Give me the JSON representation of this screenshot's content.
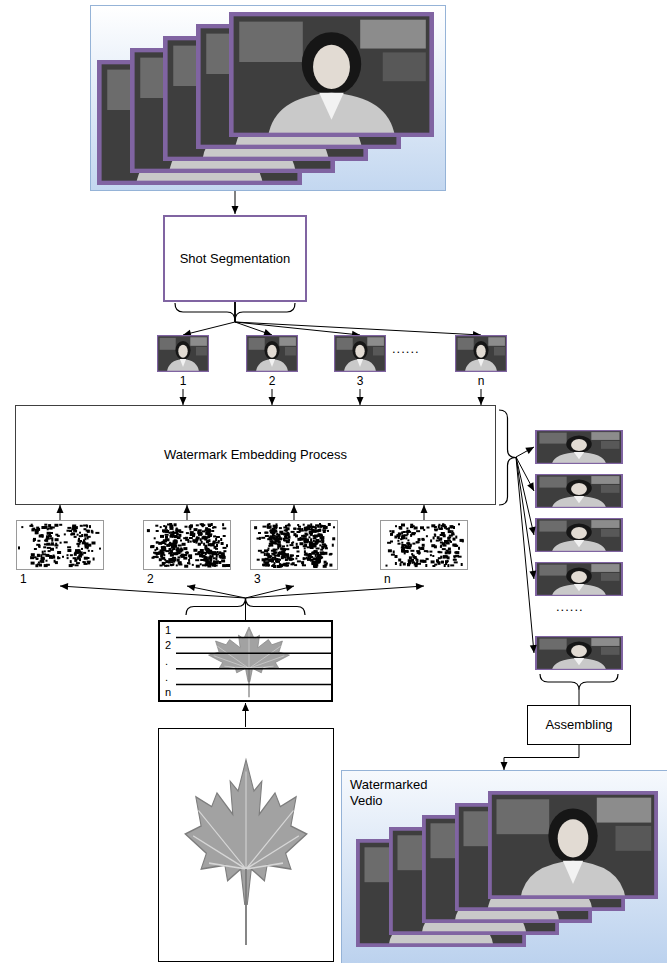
{
  "diagram": {
    "nodes": [
      {
        "text": [
          "Shot Segmentation"
        ]
      },
      {
        "text": [
          "1"
        ]
      },
      {
        "text": [
          "2"
        ]
      },
      {
        "text": [
          "3"
        ]
      },
      {
        "text": [
          "n"
        ]
      },
      {
        "text": [
          "Watermark Embedding Process"
        ]
      },
      {
        "text": [
          "1"
        ]
      },
      {
        "text": [
          "2"
        ]
      },
      {
        "text": [
          "3"
        ]
      },
      {
        "text": [
          "n"
        ]
      },
      {
        "text": [
          "Assembling"
        ]
      },
      {
        "text": [
          "1",
          "2",
          ".",
          ".",
          "n"
        ]
      },
      {
        "text": [
          "Watermarked Vedio"
        ]
      }
    ],
    "edges": [
      {
        "from": 0,
        "to": 1,
        "arrow": "to"
      },
      {
        "from": 0,
        "to": 2,
        "arrow": "to"
      },
      {
        "from": 0,
        "to": 3,
        "arrow": "to"
      },
      {
        "from": 0,
        "to": 4,
        "arrow": "to"
      },
      {
        "from": 1,
        "to": 5,
        "arrow": "to"
      },
      {
        "from": 2,
        "to": 5,
        "arrow": "to"
      },
      {
        "from": 3,
        "to": 5,
        "arrow": "to"
      },
      {
        "from": 4,
        "to": 5,
        "arrow": "to"
      },
      {
        "from": 11,
        "to": 6,
        "arrow": "to"
      },
      {
        "from": 11,
        "to": 7,
        "arrow": "to"
      },
      {
        "from": 11,
        "to": 8,
        "arrow": "to"
      },
      {
        "from": 11,
        "to": 9,
        "arrow": "to"
      },
      {
        "from": 6,
        "to": 5,
        "arrow": "to"
      },
      {
        "from": 7,
        "to": 5,
        "arrow": "to"
      },
      {
        "from": 8,
        "to": 5,
        "arrow": "to"
      },
      {
        "from": 9,
        "to": 5,
        "arrow": "to"
      },
      {
        "from": 10,
        "to": 12,
        "arrow": "to"
      }
    ],
    "labels": [
      "......",
      "......"
    ]
  }
}
